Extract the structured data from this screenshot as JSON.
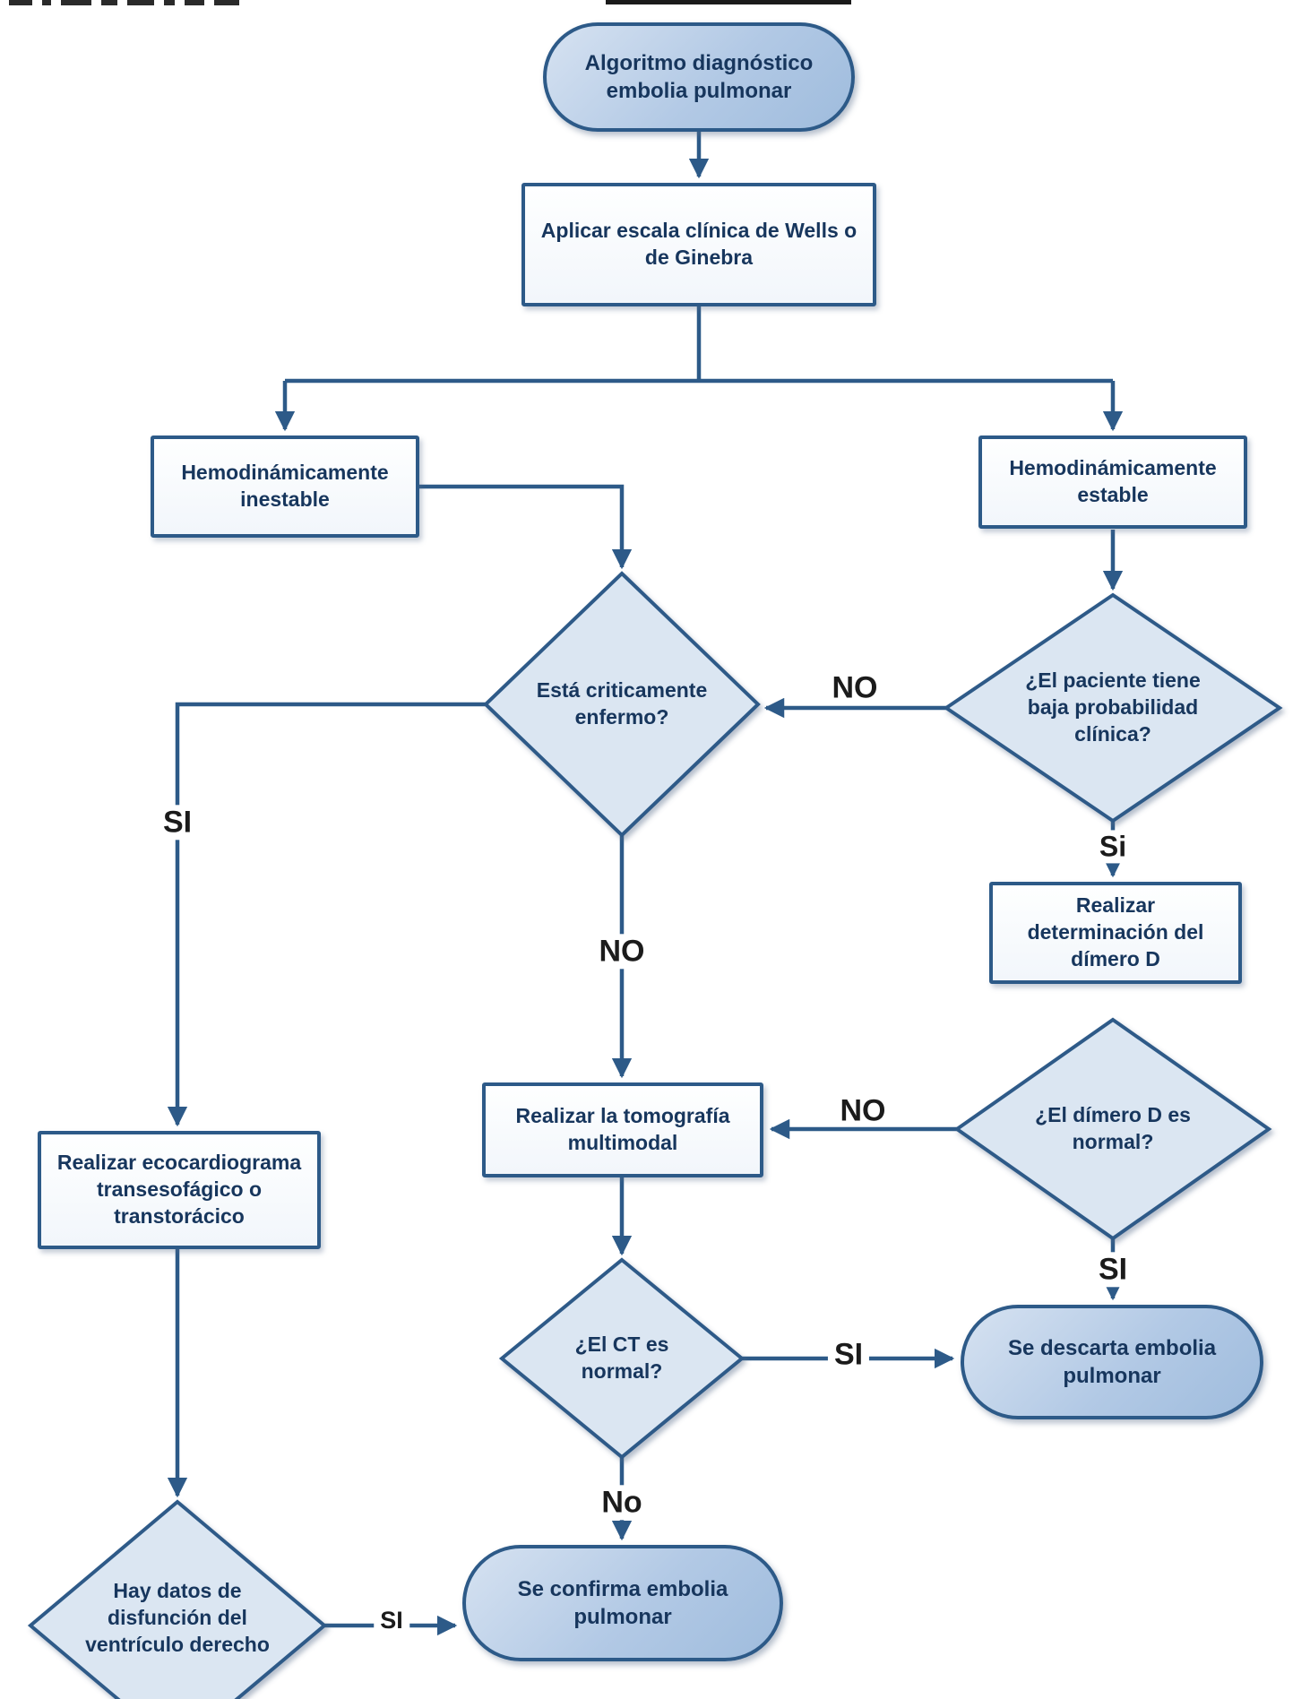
{
  "diagram": {
    "nodes": {
      "start": "Algoritmo  diagnóstico\nembolia pulmonar",
      "wells": "Aplicar escala clínica de Wells o\nde Ginebra",
      "inestable": "Hemodinámicamente\ninestable",
      "estable": "Hemodinámicamente\nestable",
      "critico": "Está criticamente\nenfermo?",
      "probabilidad": "¿El paciente tiene\nbaja probabilidad\nclínica?",
      "dimero_det": "Realizar\ndeterminación del\ndímero D",
      "dimero_q": "¿El dímero D es\nnormal?",
      "tomografia": "Realizar la tomografía\nmultimodal",
      "eco": "Realizar ecocardiograma\ntransesofágico o\ntranstorácico",
      "ct_q": "¿El CT  es\nnormal?",
      "descarta": "Se descarta embolia\npulmonar",
      "confirma": "Se confirma embolia\npulmonar",
      "ventriculo": "Hay datos de\ndisfunción del\nventrículo derecho"
    },
    "edge_labels": {
      "prob_no": "NO",
      "prob_si": "Si",
      "critico_no": "NO",
      "critico_si": "SI",
      "dimero_no": "NO",
      "dimero_si": "SI",
      "ct_si": "SI",
      "ct_no": "No",
      "ventriculo_si": "SI"
    },
    "colors": {
      "line": "#2d5a88",
      "node_border": "#2d5a88",
      "diamond_fill": "#dbe6f2",
      "rect_fill": "#f8fbfe",
      "stadium_fill": "#b2c9e5",
      "node_text": "#17365d",
      "label_text": "#1b1b1b",
      "background": "#ffffff"
    }
  }
}
